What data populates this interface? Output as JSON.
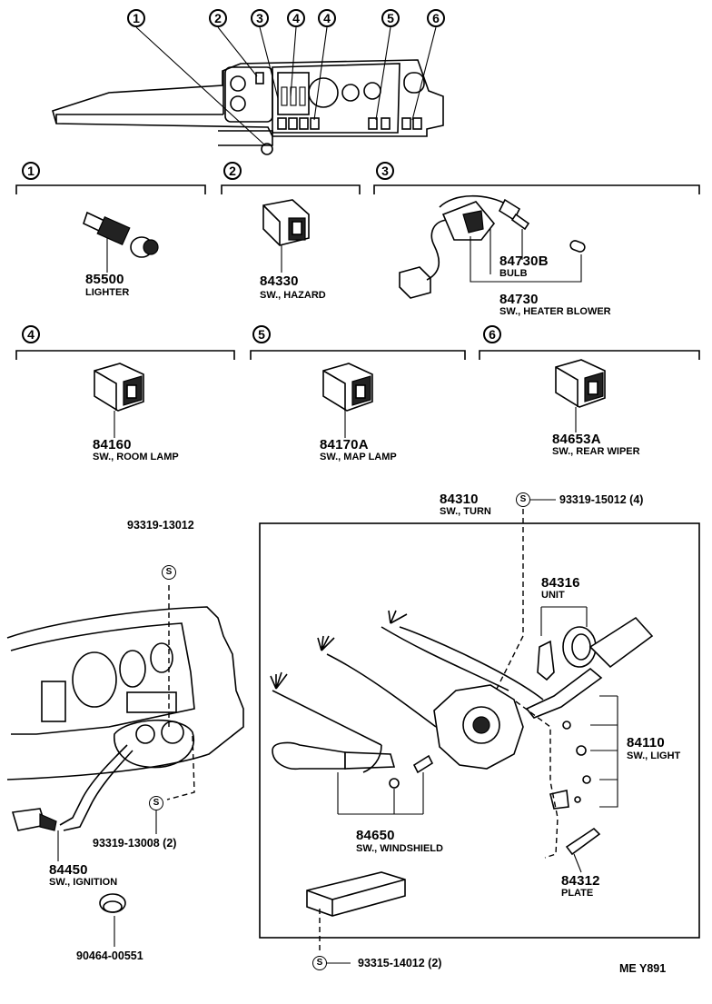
{
  "callouts": [
    "1",
    "2",
    "3",
    "4",
    "4",
    "5",
    "6"
  ],
  "sections": [
    {
      "index": "1",
      "part_no": "85500",
      "name": "LIGHTER"
    },
    {
      "index": "2",
      "part_no": "84330",
      "name": "SW., HAZARD"
    },
    {
      "index": "3",
      "part_no": "84730",
      "name": "SW., HEATER BLOWER",
      "sub_part_no": "84730B",
      "sub_name": "BULB"
    },
    {
      "index": "4",
      "part_no": "84160",
      "name": "SW., ROOM LAMP"
    },
    {
      "index": "5",
      "part_no": "84170A",
      "name": "SW., MAP LAMP"
    },
    {
      "index": "6",
      "part_no": "84653A",
      "name": "SW., REAR WIPER"
    }
  ],
  "lower": {
    "screw_symbol": "S",
    "turn_switch": {
      "part_no": "84310",
      "name": "SW., TURN"
    },
    "screw_turn": "93319-15012 (4)",
    "unit": {
      "part_no": "84316",
      "name": "UNIT"
    },
    "light_switch": {
      "part_no": "84110",
      "name": "SW., LIGHT"
    },
    "plate": {
      "part_no": "84312",
      "name": "PLATE"
    },
    "windshield_switch": {
      "part_no": "84650",
      "name": "SW., WINDSHIELD"
    },
    "screw_cover": "93315-14012 (2)",
    "screw_ignition_top": "93319-13012",
    "screw_ignition_bottom": "93319-13008 (2)",
    "ignition_switch": {
      "part_no": "84450",
      "name": "SW., IGNITION"
    },
    "clamp": "90464-00551"
  },
  "footer_code": "ME Y891"
}
